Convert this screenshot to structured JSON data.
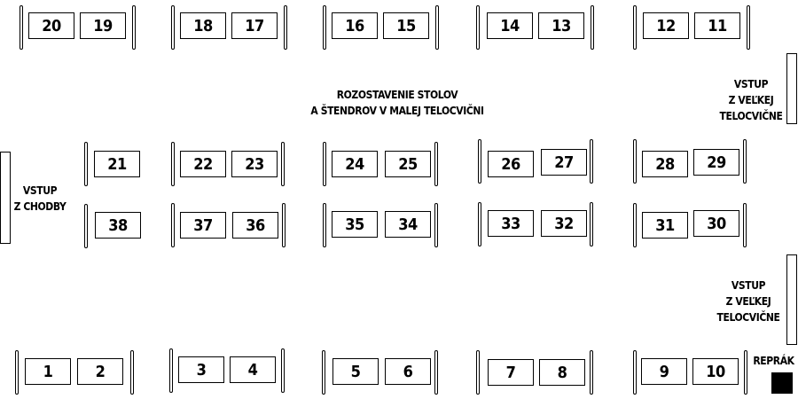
{
  "title": [
    "ROZOSTAVENIE STOLOV",
    "A ŠTENDROV V MALEJ TELOCVIČNI"
  ],
  "entrances": {
    "corridor": [
      "VSTUP",
      "Z CHODBY"
    ],
    "gym_top": [
      "VSTUP",
      "Z VEĽKEJ",
      "TELOCVIČNE"
    ],
    "gym_bottom": [
      "VSTUP",
      "Z VEĽKEJ",
      "TELOCVIČNE"
    ]
  },
  "speaker_label": "REPRÁK",
  "tables": {
    "top_row": [
      "20",
      "19",
      "18",
      "17",
      "16",
      "15",
      "14",
      "13",
      "12",
      "11"
    ],
    "mid_upper": [
      "21",
      "22",
      "23",
      "24",
      "25",
      "26",
      "27",
      "28",
      "29"
    ],
    "mid_lower": [
      "38",
      "37",
      "36",
      "35",
      "34",
      "33",
      "32",
      "31",
      "30"
    ],
    "bottom_row": [
      "1",
      "2",
      "3",
      "4",
      "5",
      "6",
      "7",
      "8",
      "9",
      "10"
    ]
  }
}
